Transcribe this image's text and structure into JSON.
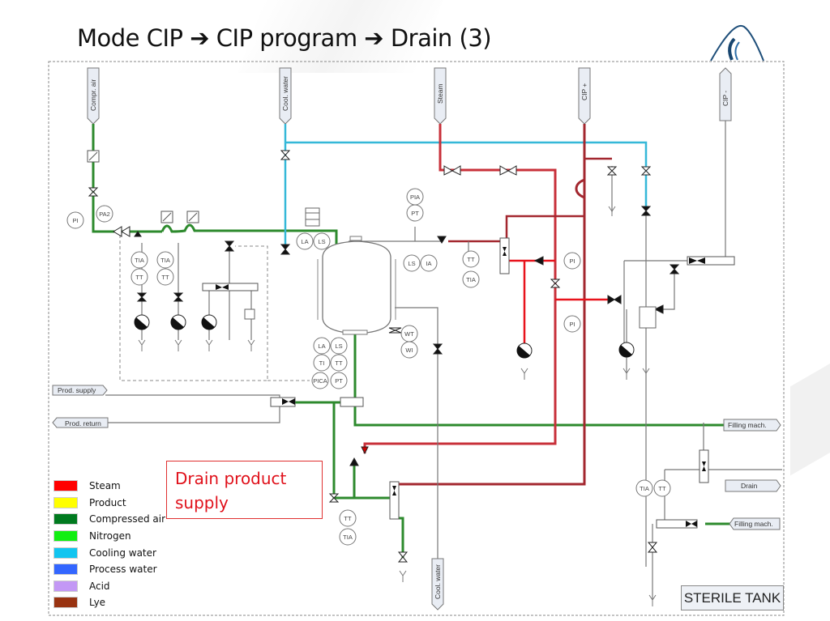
{
  "slide": {
    "title_parts": [
      "Mode CIP",
      "CIP program",
      "Drain (3)"
    ],
    "title_separator": "➔"
  },
  "diagram": {
    "name": "STERILE TANK",
    "callout": [
      "Drain product",
      "supply"
    ],
    "connectors_top": [
      "Compr. air",
      "Cool. water",
      "Steam",
      "CIP +",
      "CIP -"
    ],
    "connectors_side": {
      "prod_supply": "Prod. supply",
      "prod_return": "Prod. return",
      "filling_mach_1": "Filling mach.",
      "drain": "Drain",
      "filling_mach_2": "Filling mach.",
      "cool_water_bottom": "Cool. water"
    },
    "instruments": {
      "pi_left": "PI",
      "pa2": "PA2",
      "tia1": "TIA",
      "tt1": "TT",
      "tia2": "TIA",
      "tt2": "TT",
      "la_top": "LA",
      "ls_top": "LS",
      "pia": "PIA",
      "pt_top": "PT",
      "ls_right": "LS",
      "ia_right": "IA",
      "tt_steam": "TT",
      "tia_steam": "TIA",
      "pi_r1": "PI",
      "pi_r2": "PI",
      "wt": "WT",
      "wi": "WI",
      "la_b": "LA",
      "ls_b": "LS",
      "ti_b": "TI",
      "tt_b": "TT",
      "pica": "PICA",
      "pt_b": "PT",
      "tt_bottom": "TT",
      "tia_bottom": "TIA",
      "tia_drain": "TIA",
      "tt_drain": "TT"
    },
    "colors": {
      "steam": "#e8131c",
      "steam_dark": "#a3272f",
      "compressed_air": "#2d8a2d",
      "cooling_water": "#35b8d8",
      "line": "#777777"
    }
  },
  "legend": [
    {
      "label": "Steam",
      "color": "#ff0000"
    },
    {
      "label": "Product",
      "color": "#ffff00"
    },
    {
      "label": "Compressed air",
      "color": "#007a1f"
    },
    {
      "label": "Nitrogen",
      "color": "#12ee12"
    },
    {
      "label": "Cooling water",
      "color": "#12c5f0"
    },
    {
      "label": "Process water",
      "color": "#3366ff"
    },
    {
      "label": "Acid",
      "color": "#c398f5"
    },
    {
      "label": "Lye",
      "color": "#993311"
    }
  ]
}
